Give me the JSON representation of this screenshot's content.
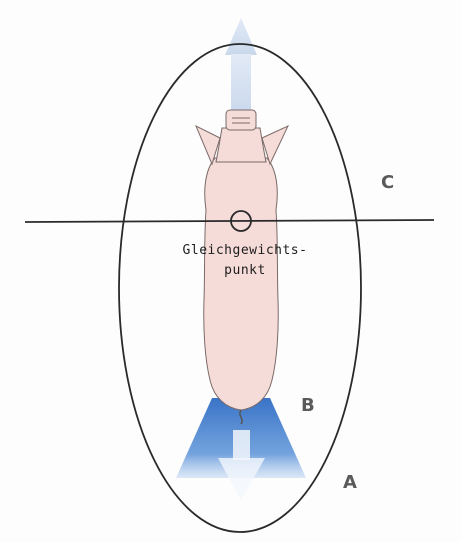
{
  "labels": {
    "zone_a": "A",
    "zone_b": "B",
    "zone_c": "C",
    "balance_point_line1": "Gleichgewichts-",
    "balance_point_line2": "punkt"
  },
  "colors": {
    "pig_fill": "#f6dcd8",
    "pig_outline": "#7a6a68",
    "forward_arrow": "#cfdcee",
    "drive_zone": "#3d78c8",
    "outline": "#2a2a2a"
  }
}
